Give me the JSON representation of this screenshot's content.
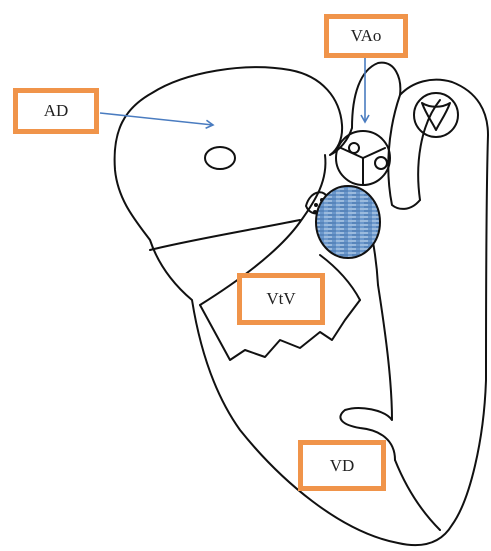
{
  "labels": {
    "ad": "AD",
    "vao": "VAo",
    "vtv": "VtV",
    "vd": "VD"
  },
  "colors": {
    "outline": "#111111",
    "label_border": "#f0944a",
    "arrow": "#4a7cc0",
    "lesion": "#5f8ec5"
  }
}
